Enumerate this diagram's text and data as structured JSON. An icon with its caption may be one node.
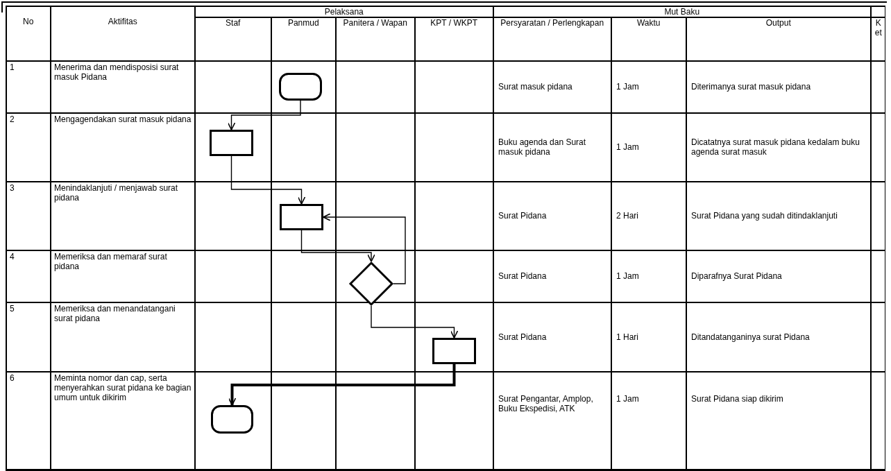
{
  "diagram": {
    "nodes": [
      {
        "text": [],
        "shape": "oval"
      },
      {
        "text": [],
        "shape": "box"
      },
      {
        "text": [],
        "shape": "box"
      },
      {
        "text": [],
        "shape": "diamond"
      },
      {
        "text": [],
        "shape": "box"
      },
      {
        "text": [],
        "shape": "oval"
      }
    ],
    "edges": [
      {
        "from": 0,
        "to": 1,
        "arrow": "to"
      },
      {
        "from": 1,
        "to": 2,
        "arrow": "to"
      },
      {
        "from": 2,
        "to": 3,
        "arrow": "to"
      },
      {
        "from": 3,
        "to": 2,
        "arrow": "to"
      },
      {
        "from": 3,
        "to": 4,
        "arrow": "to"
      },
      {
        "from": 4,
        "to": 5,
        "arrow": "to",
        "style": "thick"
      }
    ],
    "labels": [
      "Pelaksana",
      "Mut Baku",
      "No",
      "Aktifitas",
      "Staf",
      "Panmud",
      "Panitera / Wapan",
      "KPT / WKPT",
      "Persyaratan / Perlengkapan",
      "Waktu",
      "Output",
      "Ket",
      "1",
      "Menerima dan mendisposisi surat masuk Pidana",
      "Surat masuk pidana",
      "1 Jam",
      "Diterimanya surat masuk pidana",
      "2",
      "Mengagendakan surat masuk pidana",
      "Buku agenda dan Surat masuk pidana",
      "1 Jam",
      "Dicatatnya surat masuk pidana kedalam buku agenda surat masuk",
      "3",
      "Menindaklanjuti / menjawab surat pidana",
      "Surat Pidana",
      "2 Hari",
      "Surat Pidana yang sudah ditindaklanjuti",
      "4",
      "Memeriksa dan memaraf surat pidana",
      "Surat Pidana",
      "1 Jam",
      "Diparafnya Surat Pidana",
      "5",
      "Memeriksa dan menandatangani surat pidana",
      "Surat Pidana",
      "1 Hari",
      "Ditandatanganinya surat Pidana",
      "6",
      "Meminta nomor dan cap, serta menyerahkan surat pidana ke bagian umum untuk dikirim",
      "Surat Pengantar, Amplop, Buku Ekspedisi, ATK",
      "1 Jam",
      "Surat Pidana siap dikirim"
    ]
  }
}
